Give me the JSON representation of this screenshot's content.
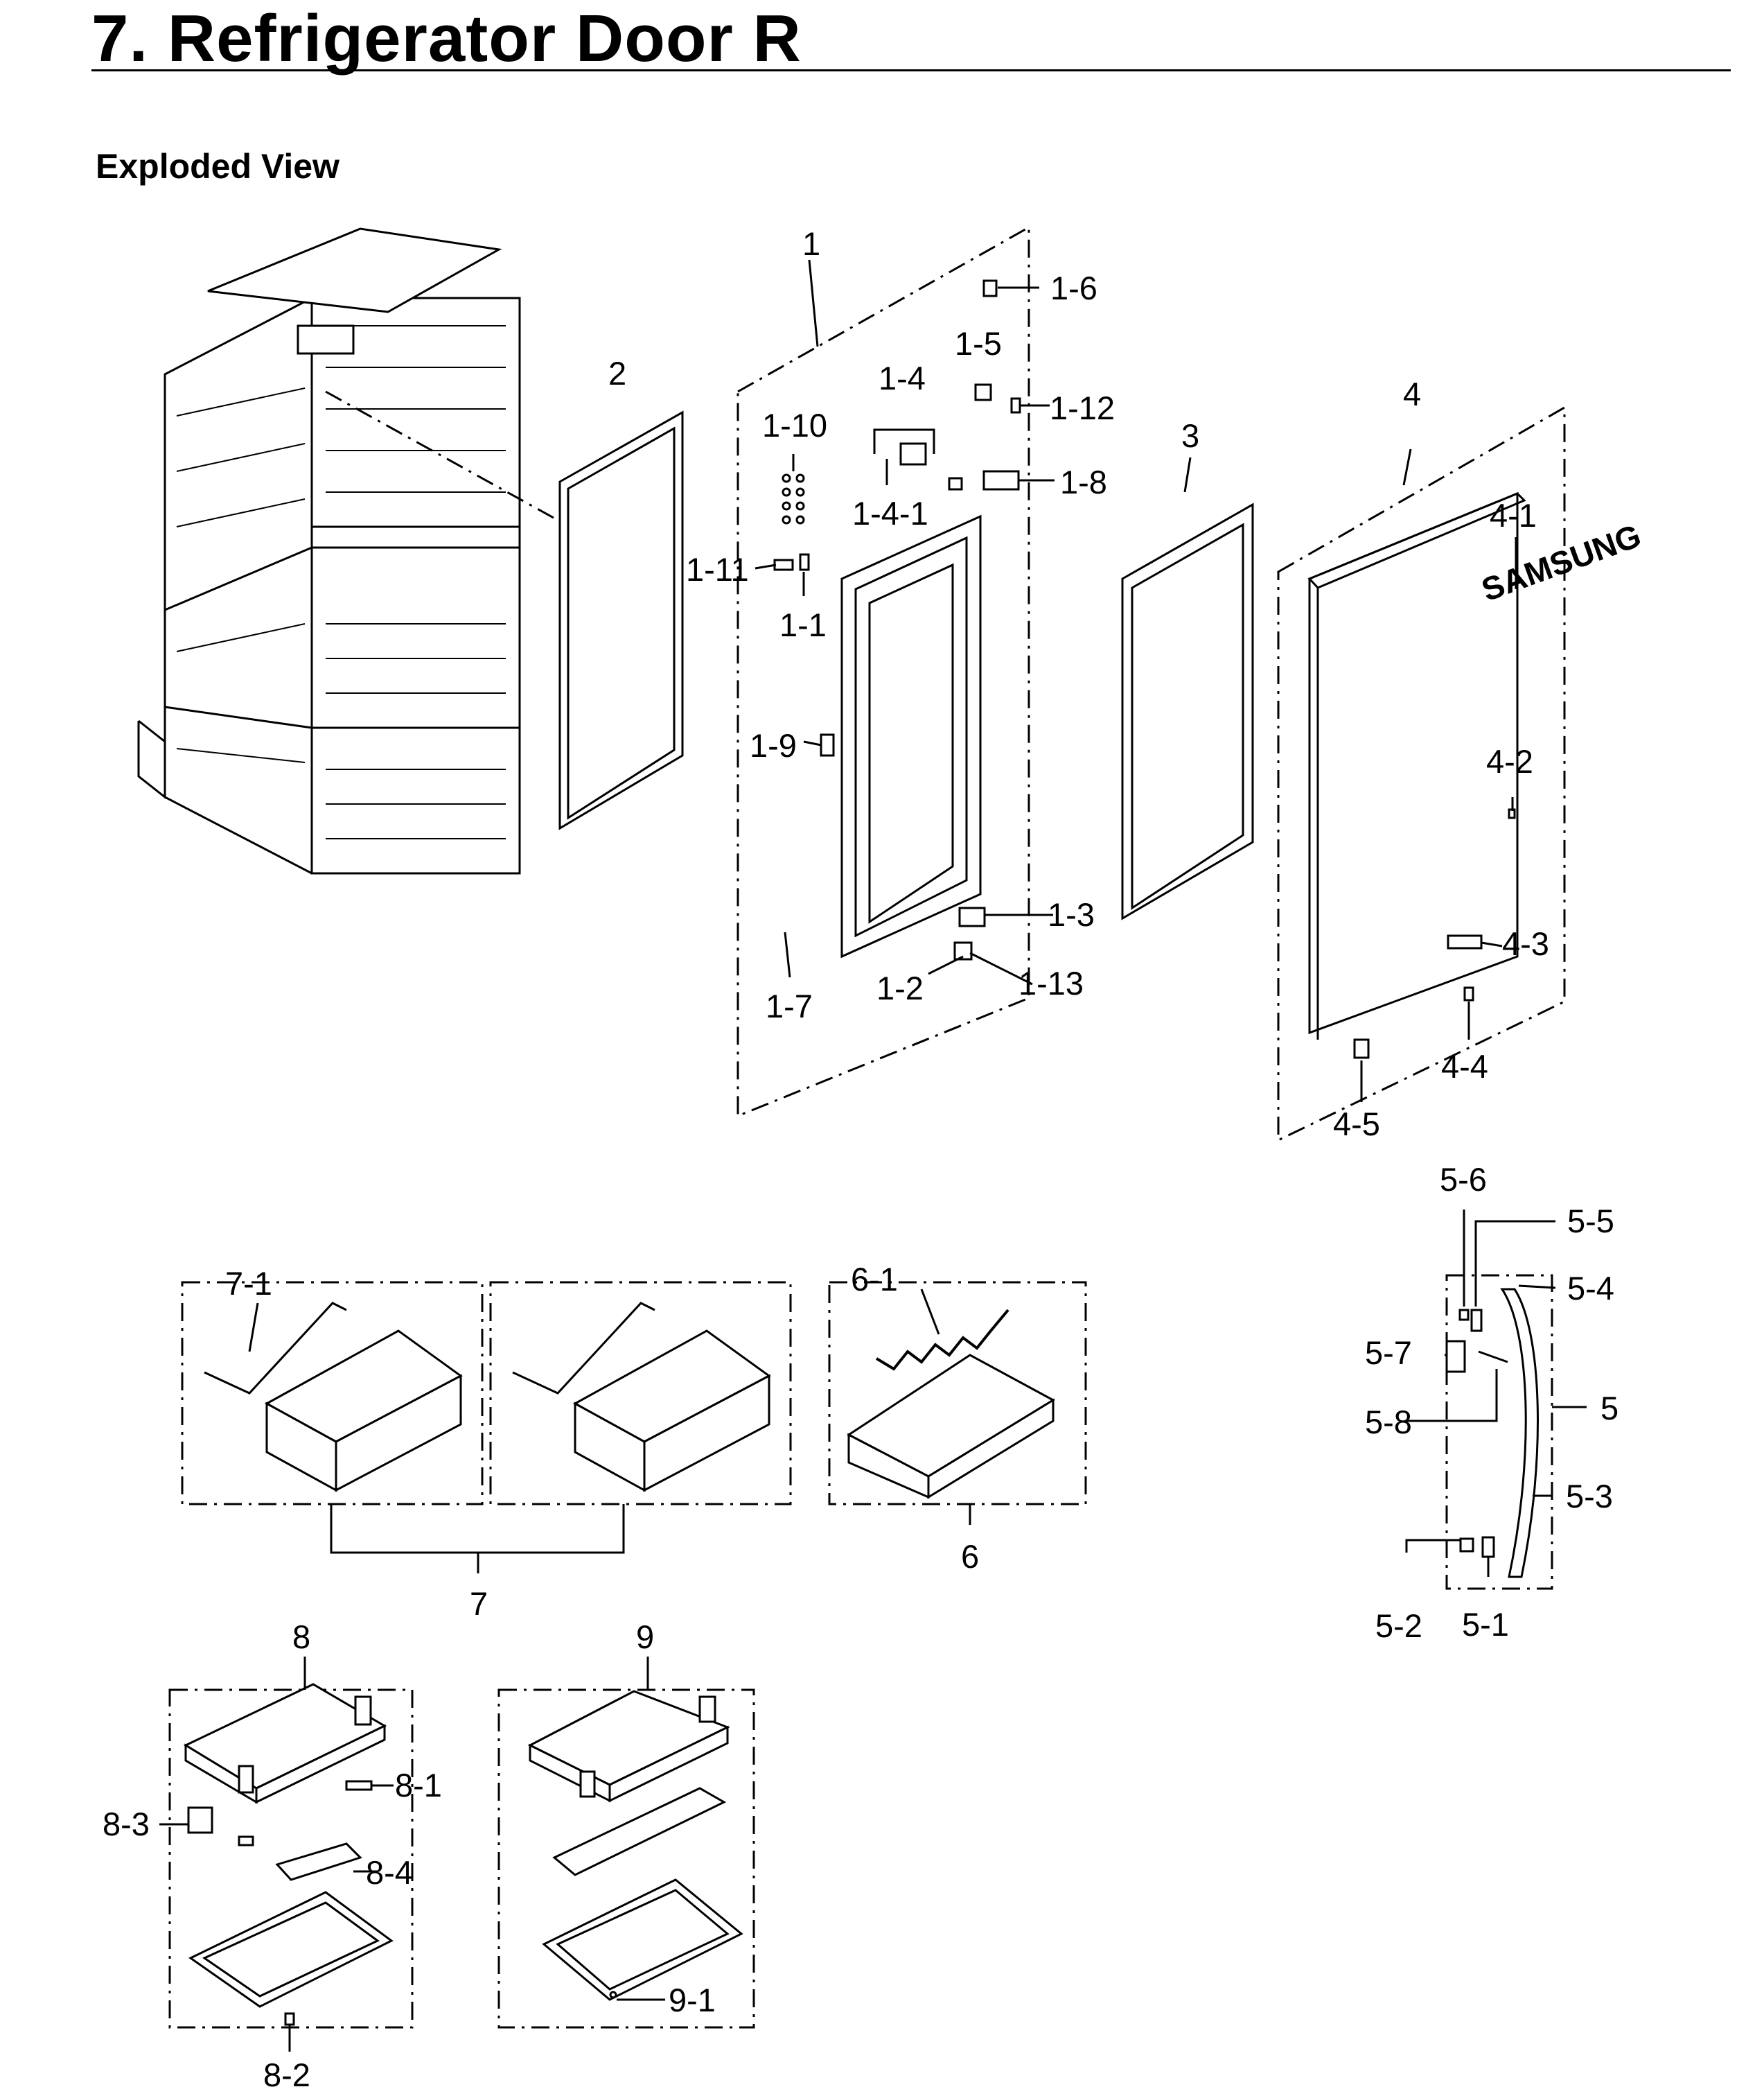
{
  "page": {
    "title": "7.  Refrigerator Door R",
    "section_heading": "Exploded View"
  },
  "labels": {
    "l1": "1",
    "l1_1": "1-1",
    "l1_2": "1-2",
    "l1_3": "1-3",
    "l1_4": "1-4",
    "l1_4_1": "1-4-1",
    "l1_5": "1-5",
    "l1_6": "1-6",
    "l1_7": "1-7",
    "l1_8": "1-8",
    "l1_9": "1-9",
    "l1_10": "1-10",
    "l1_11": "1-11",
    "l1_12": "1-12",
    "l1_13": "1-13",
    "l2": "2",
    "l3": "3",
    "l4": "4",
    "l4_1": "4-1",
    "l4_2": "4-2",
    "l4_3": "4-3",
    "l4_4": "4-4",
    "l4_5": "4-5",
    "l5": "5",
    "l5_1": "5-1",
    "l5_2": "5-2",
    "l5_3": "5-3",
    "l5_4": "5-4",
    "l5_5": "5-5",
    "l5_6": "5-6",
    "l5_7": "5-7",
    "l5_8": "5-8",
    "l6": "6",
    "l6_1": "6-1",
    "l7": "7",
    "l7_1": "7-1",
    "l8": "8",
    "l8_1": "8-1",
    "l8_2": "8-2",
    "l8_3": "8-3",
    "l8_4": "8-4",
    "l9": "9",
    "l9_1": "9-1"
  },
  "door_logo_text": "SAMSUNG"
}
